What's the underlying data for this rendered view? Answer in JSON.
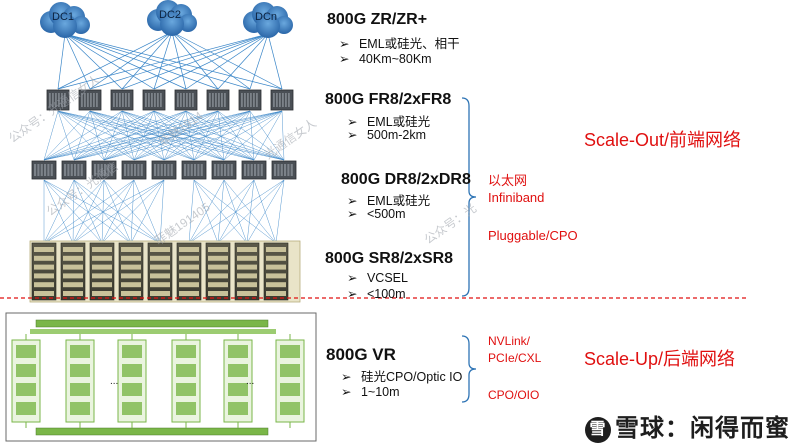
{
  "clouds": [
    "DC1",
    "DC2",
    "DCn"
  ],
  "tiers": [
    {
      "title": "800G ZR/ZR+",
      "bullets": [
        "EML或硅光、相干",
        "40Km~80Km"
      ]
    },
    {
      "title": "800G FR8/2xFR8",
      "bullets": [
        "EML或硅光",
        "500m-2km"
      ]
    },
    {
      "title": "800G DR8/2xDR8",
      "bullets": [
        "EML或硅光",
        "<500m"
      ]
    },
    {
      "title": "800G SR8/2xSR8",
      "bullets": [
        "VCSEL",
        "<100m"
      ]
    },
    {
      "title": "800G VR",
      "bullets": [
        "硅光CPO/Optic IO",
        "1~10m"
      ]
    }
  ],
  "bullet_marker": "➢",
  "scale_out": {
    "label": "Scale-Out/前端网络",
    "items": [
      "以太网",
      "Infiniband",
      "Pluggable/CPO"
    ]
  },
  "scale_up": {
    "label": "Scale-Up/后端网络",
    "items": [
      "NVLink/",
      "PCIe/CXL",
      "CPO/OIO"
    ]
  },
  "ellipsis": "...",
  "watermarks": [
    "公众号：光通信女人",
    "菲魅1914",
    "公众号：光通信",
    "菲魅191405",
    "光通信女人",
    "公众号：光"
  ],
  "footer": {
    "logo_mark": "雪",
    "logo_text": "雪球：闲得而蜜"
  },
  "colors": {
    "accent_red": "#e01010",
    "link_blue": "#3a86c8",
    "cloud_blue": "#2e74b5",
    "green": "#7ab648",
    "switch_dark": "#4a4f55"
  }
}
